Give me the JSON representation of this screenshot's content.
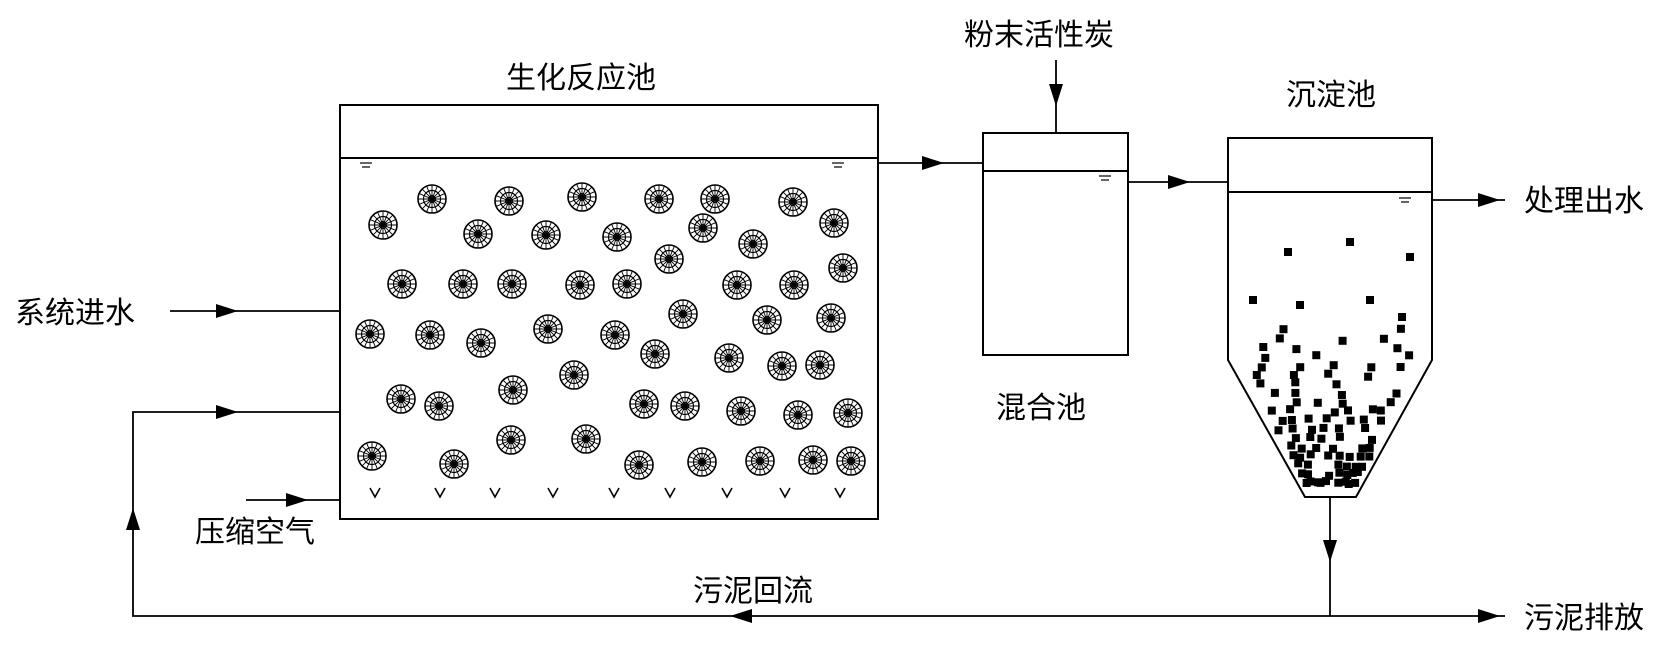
{
  "labels": {
    "reactor": "生化反应池",
    "pac": "粉末活性炭",
    "settler": "沉淀池",
    "effluent": "处理出水",
    "influent": "系统进水",
    "mixer": "混合池",
    "air": "压缩空气",
    "return": "污泥回流",
    "waste": "污泥排放"
  },
  "colors": {
    "line": "#000000",
    "background": "#ffffff"
  }
}
